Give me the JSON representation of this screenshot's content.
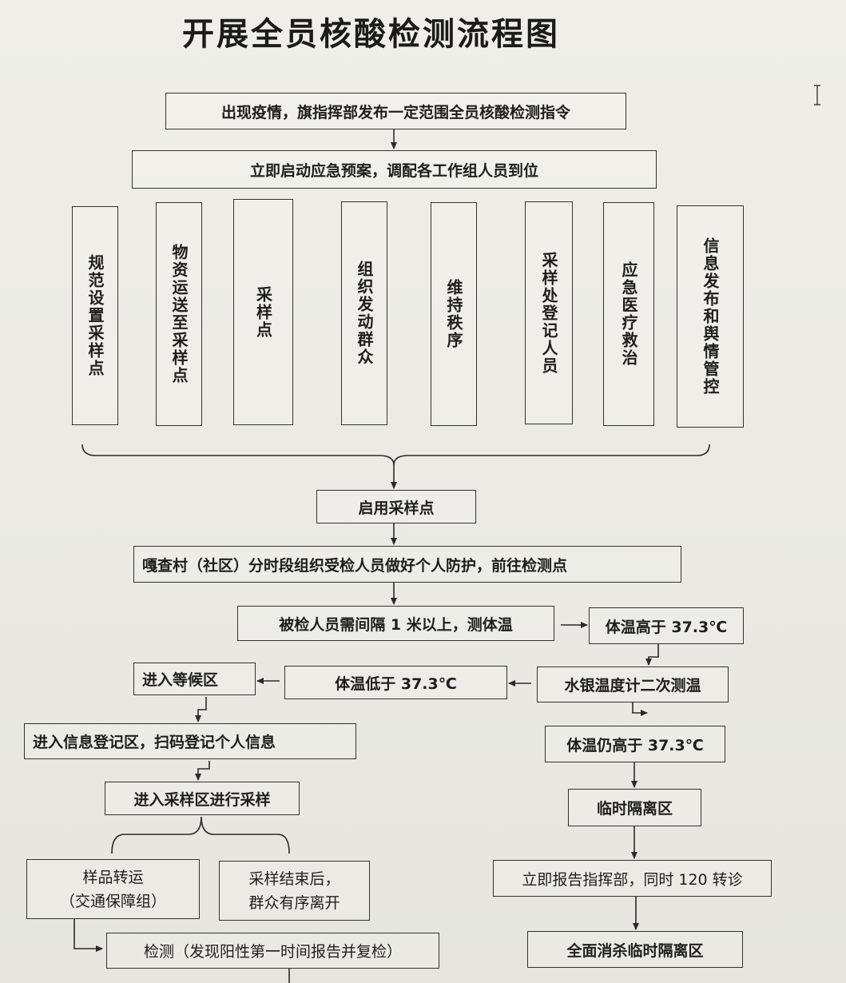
{
  "title": "开展全员核酸检测流程图",
  "steps": {
    "order": "出现疫情，旗指挥部发布一定范围全员核酸检测指令",
    "plan": "立即启动应急预案，调配各工作组人员到位",
    "groups": [
      "规范设置采样点",
      "物资运送至采样点",
      "采样点",
      "组织发动群众",
      "维持秩序",
      "采样处登记人员",
      "应急医疗救治",
      "信息发布和舆情管控"
    ],
    "enable": "启用采样点",
    "organize": "嘎查村（社区）分时段组织受检人员做好个人防护，前往检测点",
    "temp_check": "被检人员需间隔 1 米以上，测体温",
    "temp_high": "体温高于 37.3℃",
    "temp_low": "体温低于 37.3℃",
    "recheck": "水银温度计二次测温",
    "waiting": "进入等候区",
    "register": "进入信息登记区，扫码登记个人信息",
    "still_high": "体温仍高于 37.3℃",
    "sampling": "进入采样区进行采样",
    "isolation": "临时隔离区",
    "transport_line1": "样品转运",
    "transport_line2": "（交通保障组）",
    "leave_line1": "采样结束后，",
    "leave_line2": "群众有序离开",
    "report": "立即报告指挥部，同时 120 转诊",
    "test": "检测（发现阳性第一时间报告并复检）",
    "disinfect": "全面消杀临时隔离区"
  }
}
